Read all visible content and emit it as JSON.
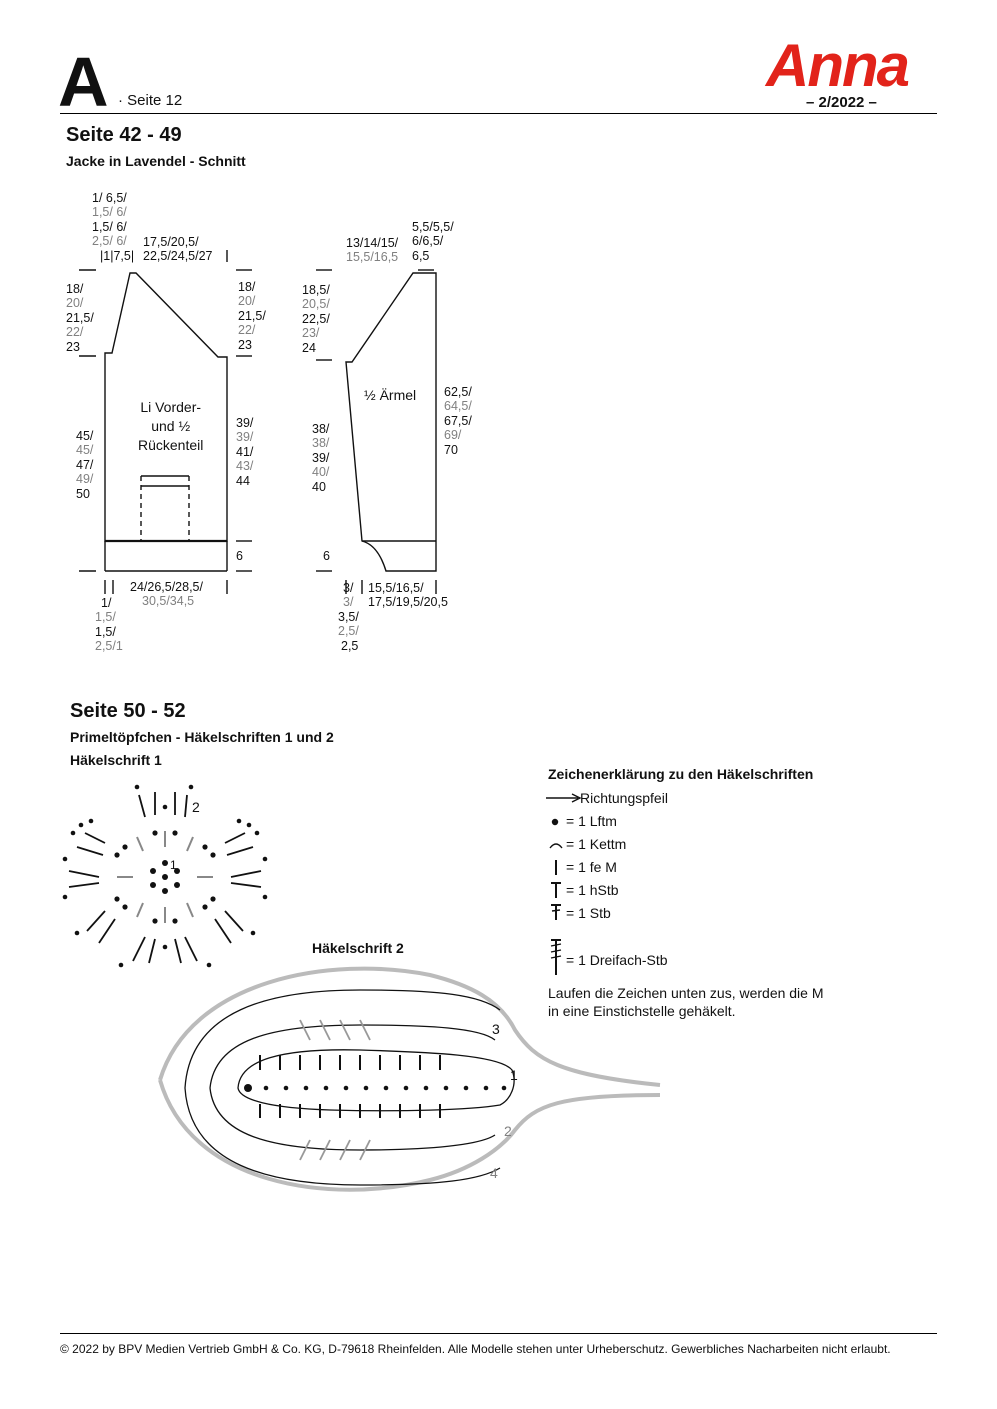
{
  "header": {
    "logo_letter": "A",
    "seite_ref": "· Seite 12",
    "brand": "Anna",
    "issue": "– 2/2022 –"
  },
  "section1": {
    "title": "Seite 42 - 49",
    "subtitle": "Jacke in Lavendel - Schnitt",
    "front": {
      "label_l1": "Li Vorder-",
      "label_l2": "und ½",
      "label_l3": "Rückenteil"
    },
    "sleeve": {
      "label": "½ Ärmel"
    },
    "dims": {
      "top_small": [
        "1/ 6,5/",
        "1,5/ 6/",
        "1,5/ 6/",
        "2,5/ 6/"
      ],
      "top_small_b": "|1|7,5|",
      "top_width": [
        "17,5/20,5/",
        "22,5/24,5/27"
      ],
      "left_upper": [
        "18/",
        "20/",
        "21,5/",
        "22/",
        "23"
      ],
      "right_upper": [
        "18/",
        "20/",
        "21,5/",
        "22/",
        "23"
      ],
      "left_lower": [
        "45/",
        "45/",
        "47/",
        "49/",
        "50"
      ],
      "right_lower": [
        "39/",
        "39/",
        "41/",
        "43/",
        "44"
      ],
      "hem": "6",
      "bottom_width": [
        "24/26,5/28,5/",
        "30,5/34,5"
      ],
      "bottom_small": [
        "1/",
        "1,5/",
        "1,5/",
        "2,5/1"
      ],
      "sleeve_top": [
        "13/14/15/",
        "15,5/16,5"
      ],
      "sleeve_top_small": [
        "5,5/5,5/",
        "6/6,5/",
        "6,5"
      ],
      "sleeve_left_upper": [
        "18,5/",
        "20,5/",
        "22,5/",
        "23/",
        "24"
      ],
      "sleeve_left_lower": [
        "38/",
        "38/",
        "39/",
        "40/",
        "40"
      ],
      "sleeve_right": [
        "62,5/",
        "64,5/",
        "67,5/",
        "69/",
        "70"
      ],
      "sleeve_hem": "6",
      "sleeve_bottom_small": [
        "3/",
        "3/",
        "3,5/",
        "2,5/",
        "2,5"
      ],
      "sleeve_bottom": [
        "15,5/16,5/",
        "17,5/19,5/20,5"
      ]
    }
  },
  "section2": {
    "title": "Seite 50 - 52",
    "subtitle": "Primeltöpfchen - Häkelschriften 1 und 2",
    "chart1_title": "Häkelschrift 1",
    "chart2_title": "Häkelschrift 2",
    "chart1_rounds": [
      "1",
      "2"
    ],
    "chart2_rows": [
      "1",
      "2",
      "3",
      "4"
    ]
  },
  "legend": {
    "title": "Zeichenerklärung zu den Häkelschriften",
    "items": [
      {
        "icon": "arrow-icon",
        "text": "Richtungspfeil"
      },
      {
        "icon": "chain-stitch-icon",
        "text": "= 1 Lftm"
      },
      {
        "icon": "slip-stitch-icon",
        "text": "= 1 Kettm"
      },
      {
        "icon": "single-crochet-icon",
        "text": "= 1 fe M"
      },
      {
        "icon": "half-double-crochet-icon",
        "text": "= 1 hStb"
      },
      {
        "icon": "double-crochet-icon",
        "text": "= 1 Stb"
      },
      {
        "icon": "triple-treble-icon",
        "text": "= 1 Dreifach-Stb"
      }
    ],
    "note_l1": "Laufen die Zeichen unten zus, werden die M",
    "note_l2": "in eine Einstichstelle gehäkelt."
  },
  "footer": "© 2022 by BPV Medien Vertrieb GmbH & Co. KG, D-79618 Rheinfelden. Alle Modelle stehen unter Urheberschutz. Gewerbliches Nacharbeiten nicht erlaubt.",
  "colors": {
    "brand": "#e2231a",
    "grey": "#808080"
  }
}
